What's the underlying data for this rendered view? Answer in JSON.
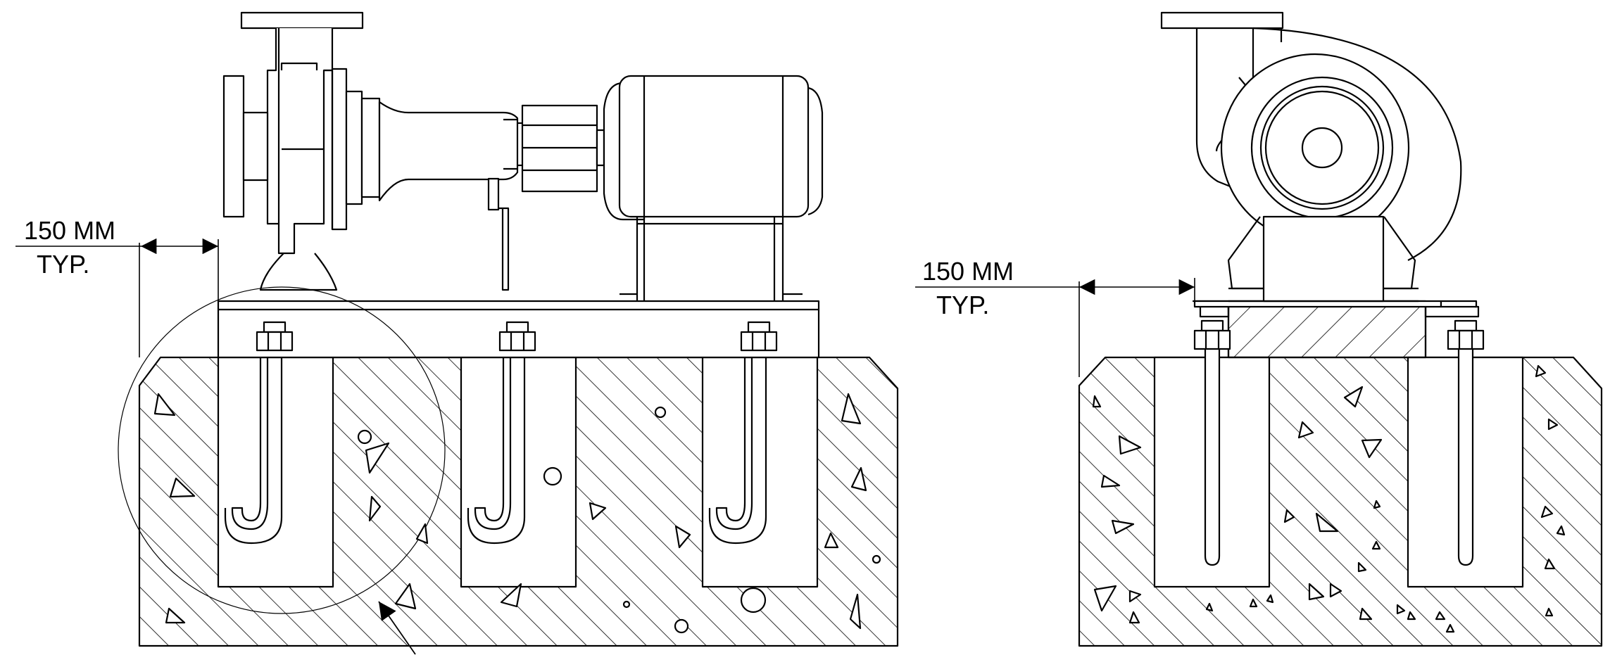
{
  "annotations": {
    "left_dim_line1": "150 MM",
    "left_dim_line2": "TYP.",
    "right_dim_line1": "150 MM",
    "right_dim_line2": "TYP."
  },
  "colors": {
    "stroke": "#000000",
    "background": "#ffffff"
  }
}
